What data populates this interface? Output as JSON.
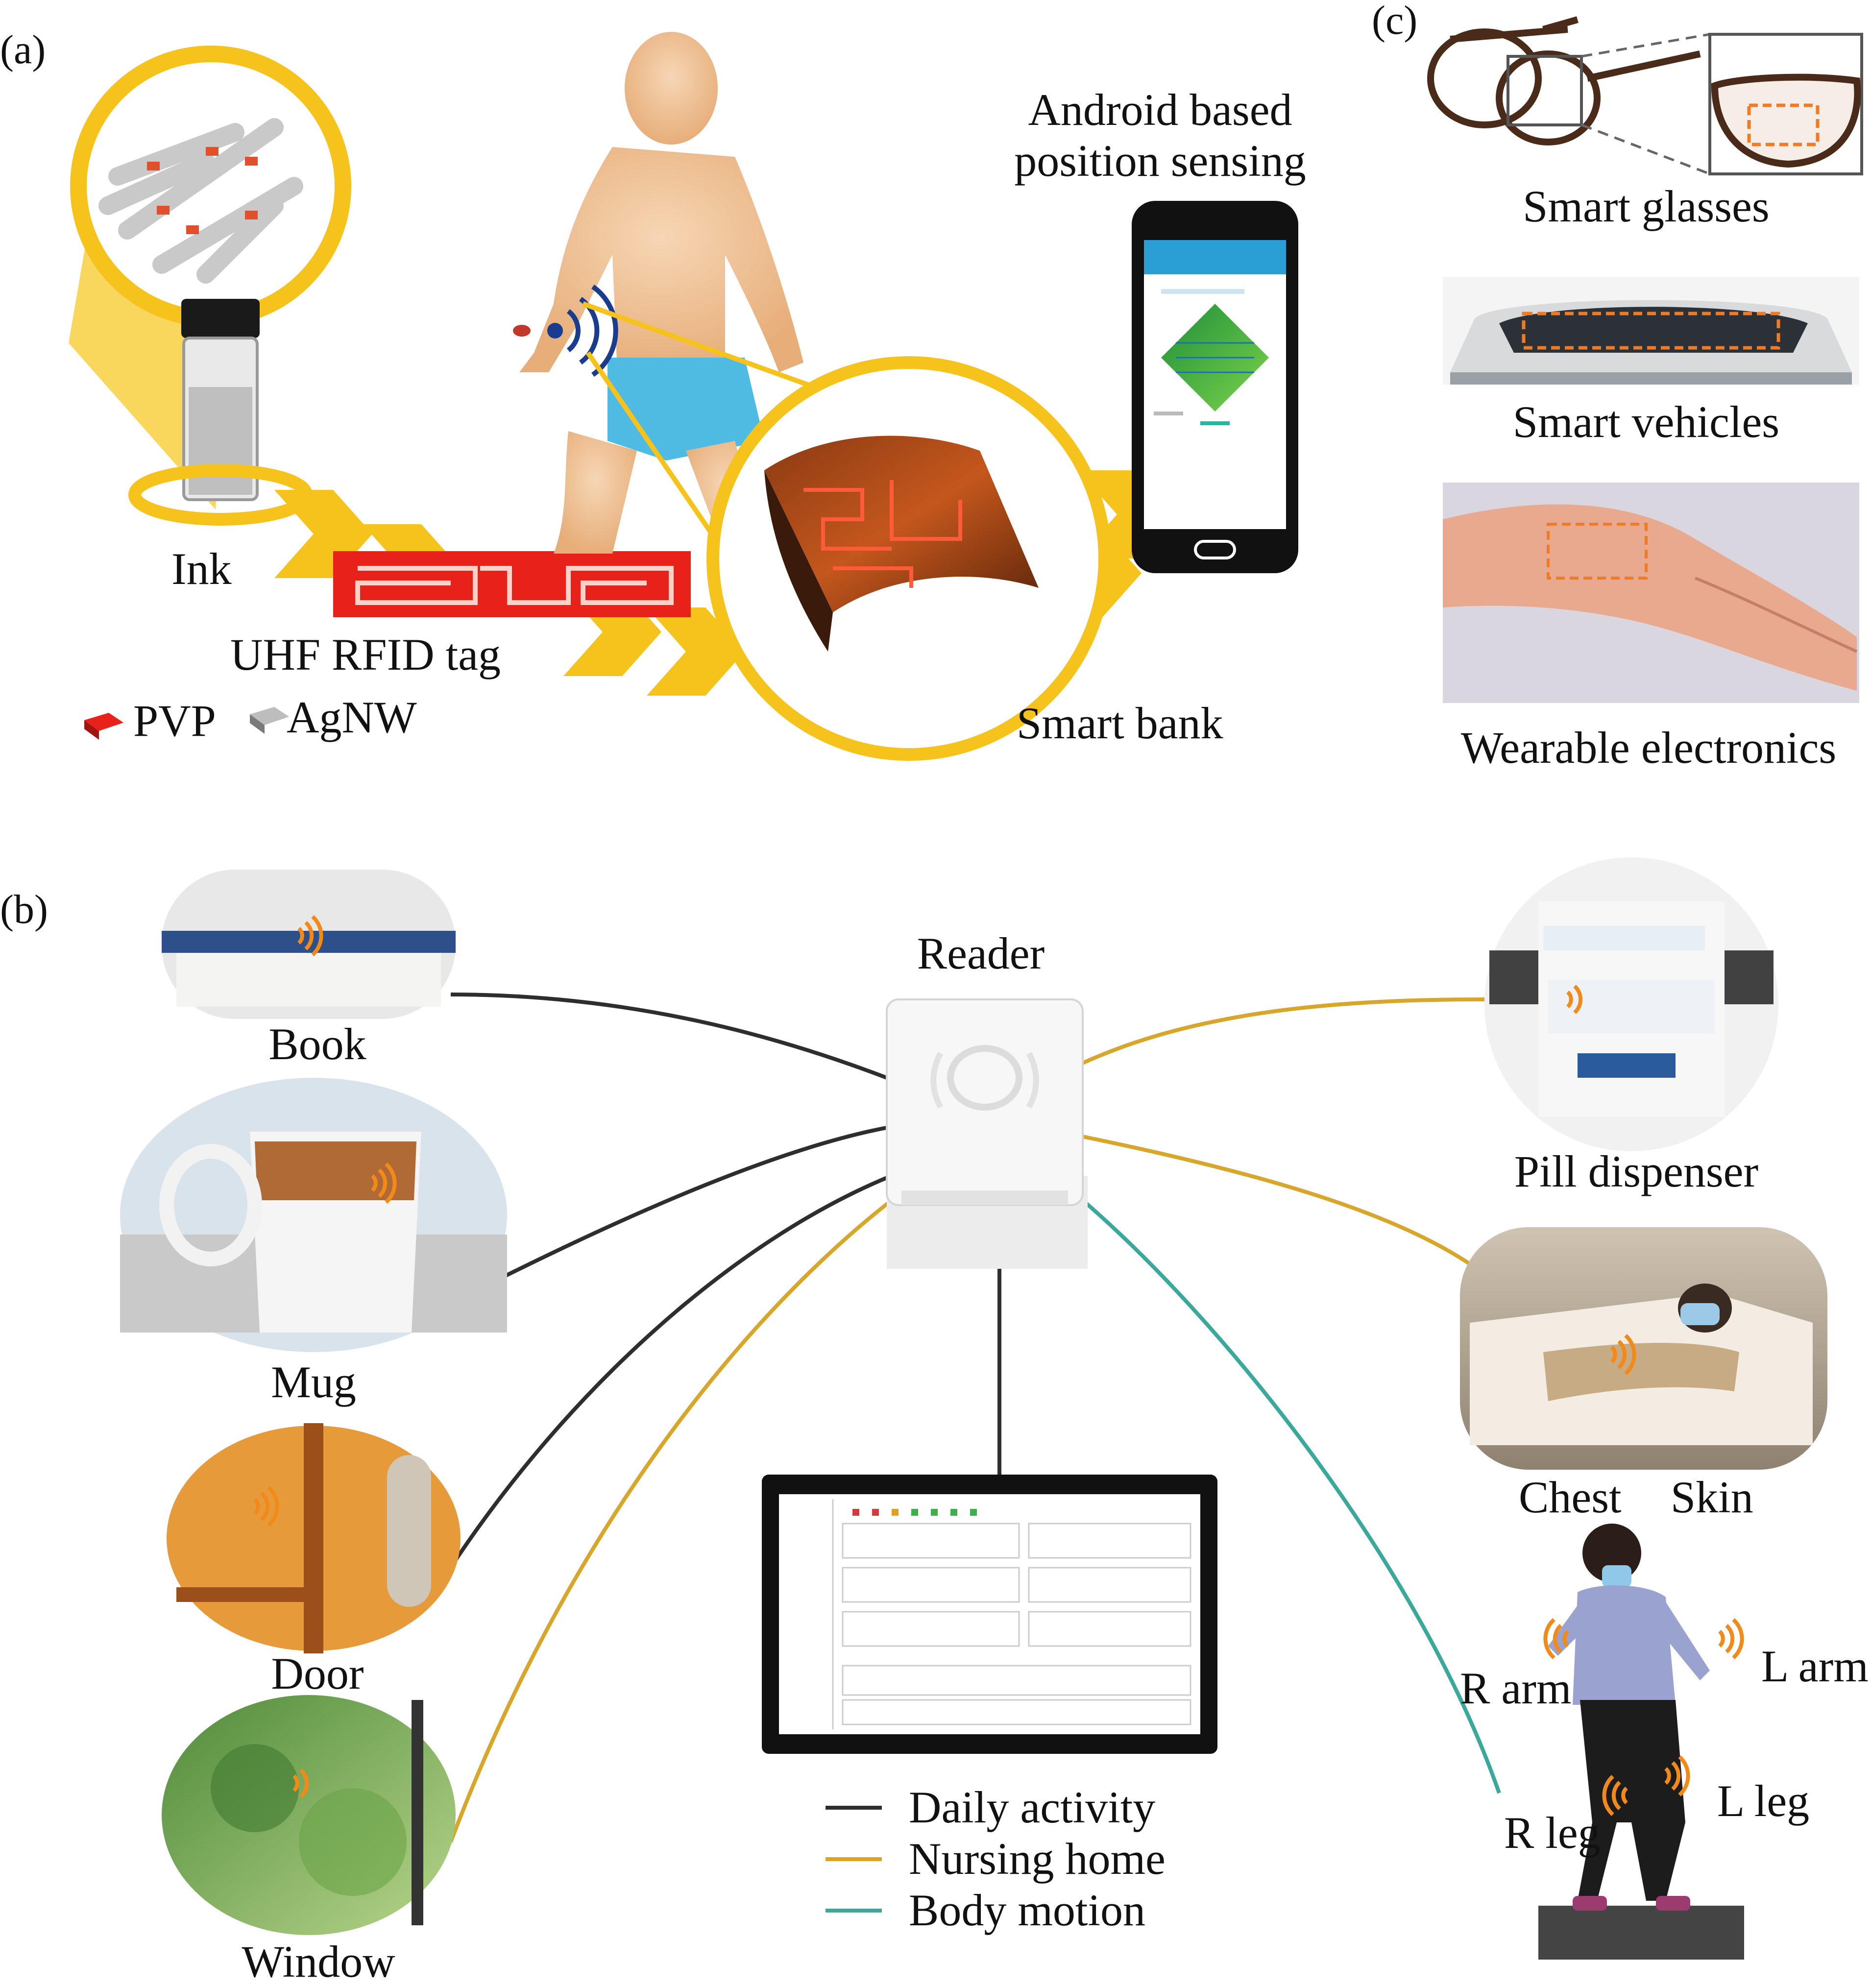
{
  "colors": {
    "daily_activity": "#2e2e2e",
    "nursing_home": "#d7a62b",
    "body_motion": "#3aa89a",
    "arrow_yellow": "#f6c21c",
    "tag_red": "#e8221b",
    "wifi_orange": "#f28a1a"
  },
  "panel_a": {
    "label": "(a)",
    "ink": "Ink",
    "tag": "UHF RFID tag",
    "legend_pvp": "PVP",
    "legend_agnw": "AgNW",
    "android_line1": "Android based",
    "android_line2": "position sensing",
    "smart_bank": "Smart bank"
  },
  "panel_b": {
    "label": "(b)",
    "reader": "Reader",
    "book": "Book",
    "mug": "Mug",
    "door": "Door",
    "window": "Window",
    "pill": "Pill dispenser",
    "chest": "Chest",
    "skin": "Skin",
    "r_arm": "R arm",
    "l_arm": "L arm",
    "r_leg": "R leg",
    "l_leg": "L leg",
    "legend": [
      {
        "label": "Daily activity",
        "color": "#2e2e2e"
      },
      {
        "label": "Nursing home",
        "color": "#d7a62b"
      },
      {
        "label": "Body motion",
        "color": "#3aa89a"
      }
    ]
  },
  "panel_c": {
    "label": "(c)",
    "glasses": "Smart glasses",
    "vehicles": "Smart vehicles",
    "wearable": "Wearable electronics"
  },
  "icons": [
    "wifi-signal-icon",
    "smartphone-icon",
    "laptop-icon",
    "rfid-reader-icon"
  ]
}
